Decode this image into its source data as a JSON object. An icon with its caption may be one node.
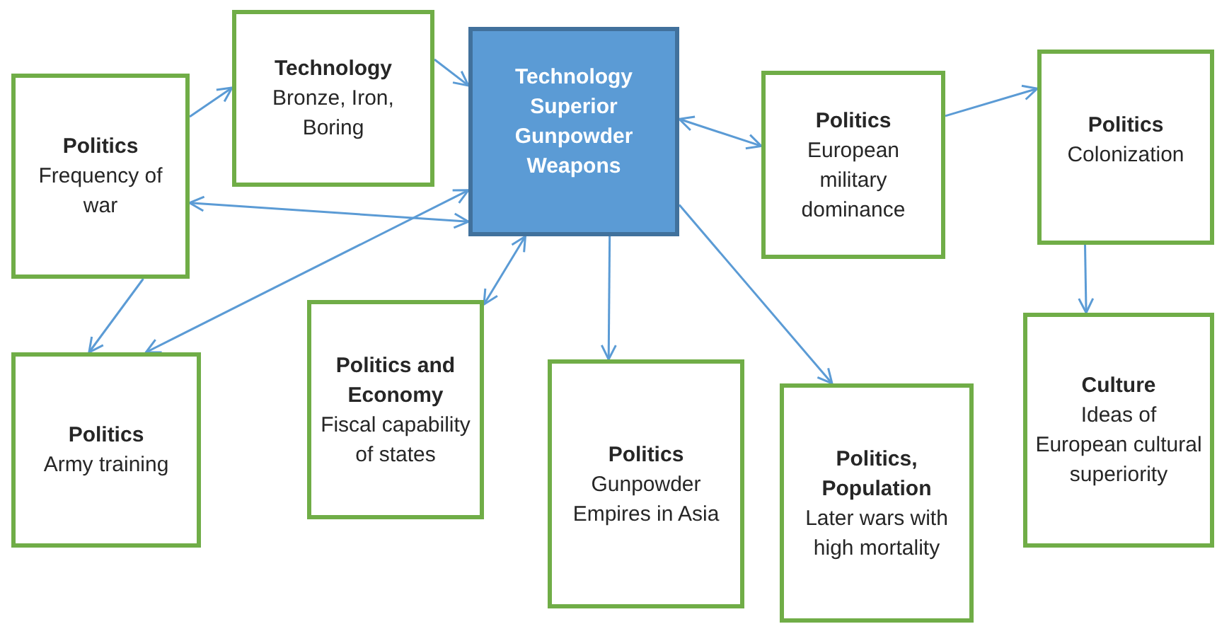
{
  "diagram": {
    "nodes": [
      {
        "text": [
          "Politics",
          "Frequency of war"
        ]
      },
      {
        "text": [
          "Technology",
          "Bronze, Iron, Boring"
        ]
      },
      {
        "text": [
          "Technology",
          "Superior Gunpowder Weapons"
        ]
      },
      {
        "text": [
          "Politics",
          "European military dominance"
        ]
      },
      {
        "text": [
          "Politics",
          "Colonization"
        ]
      },
      {
        "text": [
          "Politics",
          "Army training"
        ]
      },
      {
        "text": [
          "Politics and Economy",
          "Fiscal capability of states"
        ]
      },
      {
        "text": [
          "Politics",
          "Gunpowder Empires in Asia"
        ]
      },
      {
        "text": [
          "Politics, Population",
          "Later wars with high mortality"
        ]
      },
      {
        "text": [
          "Culture",
          "Ideas of European cultural superiority"
        ]
      }
    ],
    "edges": [
      {
        "from": 0,
        "to": 1,
        "arrow": "to"
      },
      {
        "from": 1,
        "to": 2,
        "arrow": "to"
      },
      {
        "from": 0,
        "to": 2,
        "arrow": "both"
      },
      {
        "from": 2,
        "to": 5,
        "arrow": "both"
      },
      {
        "from": 0,
        "to": 5,
        "arrow": "to"
      },
      {
        "from": 2,
        "to": 6,
        "arrow": "both"
      },
      {
        "from": 2,
        "to": 7,
        "arrow": "to"
      },
      {
        "from": 2,
        "to": 8,
        "arrow": "to"
      },
      {
        "from": 2,
        "to": 3,
        "arrow": "both"
      },
      {
        "from": 3,
        "to": 4,
        "arrow": "to"
      },
      {
        "from": 4,
        "to": 9,
        "arrow": "to"
      }
    ]
  }
}
